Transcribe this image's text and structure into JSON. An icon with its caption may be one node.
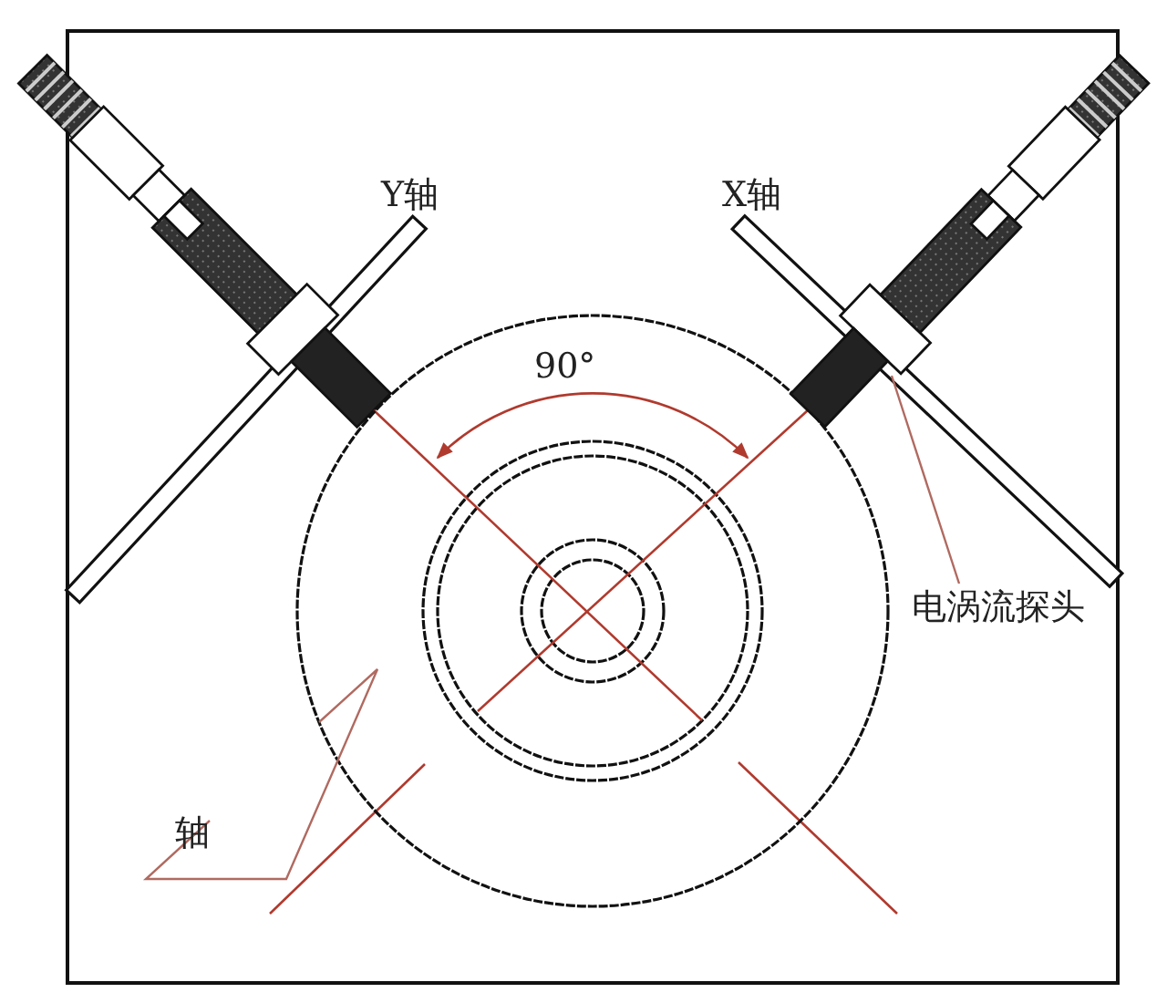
{
  "diagram": {
    "nodes": [
      {
        "text": [
          "电涡流探头"
        ]
      },
      {
        "text": [],
        "shape": "picture"
      },
      {
        "text": [
          "轴"
        ]
      },
      {
        "text": [],
        "shape": "circle"
      }
    ],
    "edges": [
      {
        "from": 0,
        "to": 1,
        "arrow": "none"
      },
      {
        "from": 2,
        "to": 3,
        "arrow": "none"
      }
    ],
    "labels": [
      "Y轴",
      "X轴",
      "90°"
    ]
  }
}
